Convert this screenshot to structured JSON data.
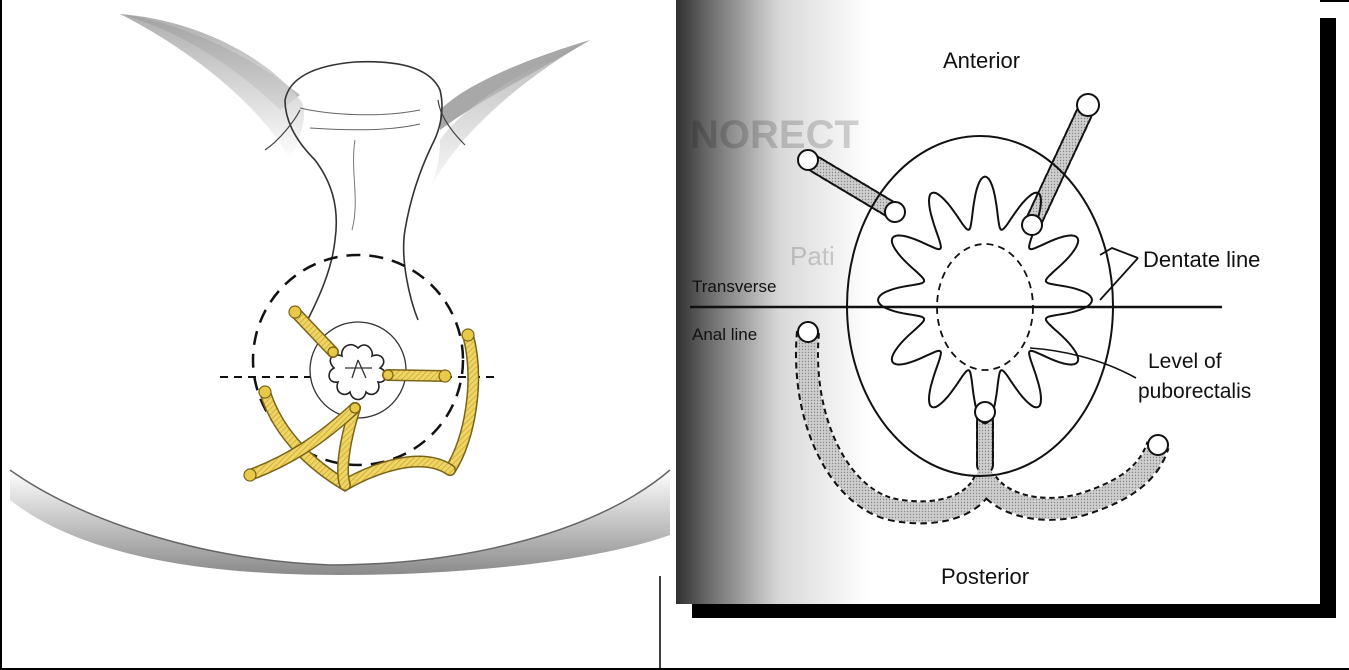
{
  "right_diagram": {
    "labels": {
      "anterior": "Anterior",
      "posterior": "Posterior",
      "transverse": "Transverse",
      "anal_line": "Anal line",
      "dentate_line": "Dentate line",
      "level_of_1": "Level of",
      "level_of_2": "puborectalis"
    },
    "background_fragments": [
      "NORECT",
      "Pati"
    ]
  },
  "colors": {
    "fistula_yellow": "#e9c94a",
    "fistula_grey": "#b8b8b8",
    "skin_shadow": "#8e8e8e",
    "line": "#111111"
  }
}
